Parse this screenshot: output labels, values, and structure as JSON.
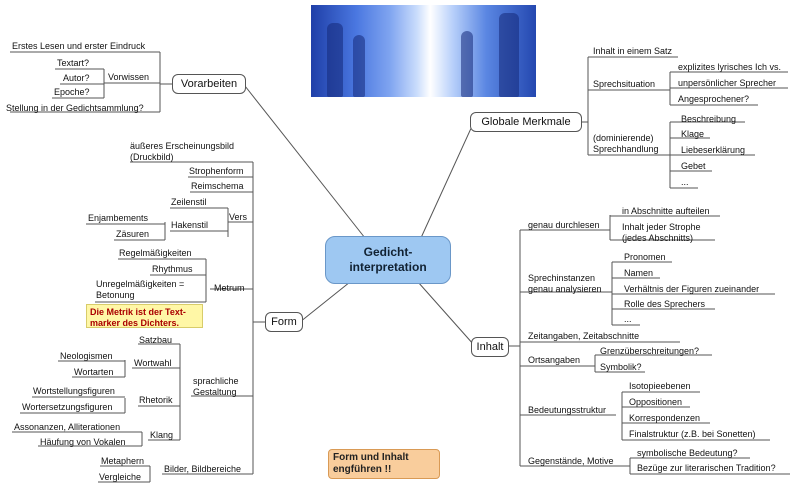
{
  "center": {
    "line1": "Gedicht-",
    "line2": "interpretation"
  },
  "note_metrik": "Die Metrik ist der Text-marker des Dichters.",
  "orange_box": {
    "line1": "Form und Inhalt",
    "line2": "engführen !!"
  },
  "vorarbeiten": {
    "title": "Vorarbeiten",
    "erstes_lesen": "Erstes Lesen und erster Eindruck",
    "vorwissen": "Vorwissen",
    "textart": "Textart?",
    "autor": "Autor?",
    "epoche": "Epoche?",
    "stellung": "Stellung in der Gedichtsammlung?"
  },
  "form": {
    "title": "Form",
    "aeusseres": {
      "line1": "äußeres Erscheinungsbild",
      "line2": "(Druckbild)"
    },
    "strophenform": "Strophenform",
    "reimschema": "Reimschema",
    "vers": "Vers",
    "zeilenstil": "Zeilenstil",
    "hakenstil": "Hakenstil",
    "enjambements": "Enjambements",
    "zaesuren": "Zäsuren",
    "metrum": "Metrum",
    "regelmaessigkeiten": "Regelmäßigkeiten",
    "rhythmus": "Rhythmus",
    "unregel": {
      "line1": "Unregelmäßigkeiten =",
      "line2": "Betonung"
    },
    "satzbau": "Satzbau",
    "wortwahl": "Wortwahl",
    "neologismen": "Neologismen",
    "wortarten": "Wortarten",
    "sprachliche": {
      "line1": "sprachliche",
      "line2": "Gestaltung"
    },
    "rhetorik": "Rhetorik",
    "wortstellungsfiguren": "Wortstellungsfiguren",
    "wortersetzungsfiguren": "Wortersetzungsfiguren",
    "klang": "Klang",
    "assonanzen": "Assonanzen, Alliterationen",
    "haeufung": "Häufung von Vokalen",
    "bilder": "Bilder, Bildbereiche",
    "metaphern": "Metaphern",
    "vergleiche": "Vergleiche"
  },
  "globale": {
    "title": "Globale Merkmale",
    "inhalt_satz": "Inhalt in einem Satz",
    "sprechsituation": "Sprechsituation",
    "explizites": "explizites lyrisches Ich vs.",
    "unpersoenlicher": "unpersönlicher Sprecher",
    "angesprochener": "Angesprochener?",
    "sprechhandlung": {
      "line1": "(dominierende)",
      "line2": "Sprechhandlung"
    },
    "beschreibung": "Beschreibung",
    "klage": "Klage",
    "liebeserklaerung": "Liebeserklärung",
    "gebet": "Gebet",
    "dots": "..."
  },
  "inhalt": {
    "title": "Inhalt",
    "genau_durchlesen": "genau durchlesen",
    "abschnitte": "in Abschnitte aufteilen",
    "inhalt_strophe": {
      "line1": "Inhalt jeder Strophe",
      "line2": "(jedes Abschnitts)"
    },
    "sprechinstanzen": {
      "line1": "Sprechinstanzen",
      "line2": "genau analysieren"
    },
    "pronomen": "Pronomen",
    "namen": "Namen",
    "verhaeltnis": "Verhältnis der Figuren zueinander",
    "rolle": "Rolle des Sprechers",
    "dots": "...",
    "zeitangaben": "Zeitangaben, Zeitabschnitte",
    "ortsangaben": "Ortsangaben",
    "grenzueber": "Grenzüberschreitungen?",
    "symbolik": "Symbolik?",
    "bedeutungsstruktur": "Bedeutungsstruktur",
    "isotopie": "Isotopieebenen",
    "oppositionen": "Oppositionen",
    "korrespondenzen": "Korrespondenzen",
    "finalstruktur": "Finalstruktur (z.B. bei Sonetten)",
    "gegenstaende": "Gegenstände, Motive",
    "symbolische": "symbolische Bedeutung?",
    "bezuege": "Bezüge zur literarischen Tradition?"
  }
}
